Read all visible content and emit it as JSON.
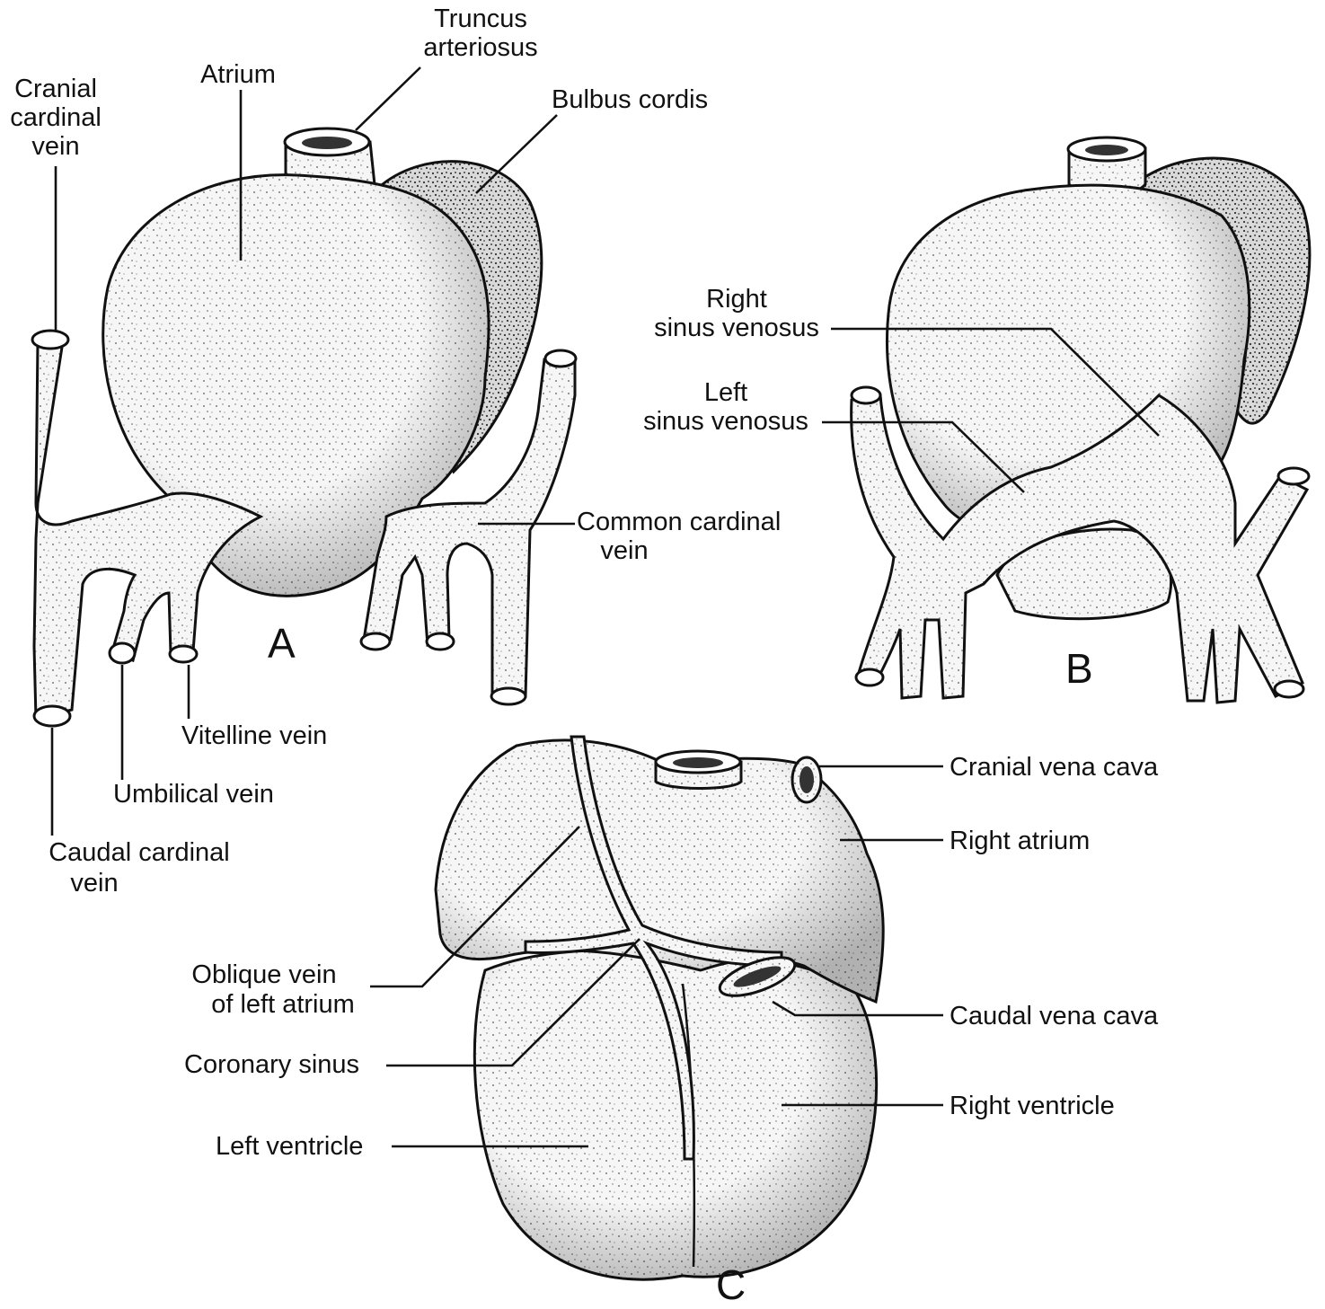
{
  "panels": {
    "a": {
      "letter": "A",
      "labels": {
        "truncus_line1": "Truncus",
        "truncus_line2": "arteriosus",
        "atrium": "Atrium",
        "cranial_cardinal_line1": "Cranial",
        "cranial_cardinal_line2": "cardinal",
        "cranial_cardinal_line3": "vein",
        "bulbus_cordis": "Bulbus cordis",
        "common_cardinal_line1": "Common cardinal",
        "common_cardinal_line2": "vein",
        "vitelline_vein": "Vitelline vein",
        "umbilical_vein": "Umbilical vein",
        "caudal_cardinal_line1": "Caudal cardinal",
        "caudal_cardinal_line2": "vein"
      }
    },
    "b": {
      "letter": "B",
      "labels": {
        "right_sinus_line1": "Right",
        "right_sinus_line2": "sinus venosus",
        "left_sinus_line1": "Left",
        "left_sinus_line2": "sinus venosus"
      }
    },
    "c": {
      "letter": "C",
      "labels": {
        "cranial_vena_cava": "Cranial vena cava",
        "right_atrium": "Right atrium",
        "oblique_line1": "Oblique vein",
        "oblique_line2": "of left atrium",
        "caudal_vena_cava": "Caudal vena cava",
        "coronary_sinus": "Coronary sinus",
        "right_ventricle": "Right ventricle",
        "left_ventricle": "Left ventricle"
      }
    }
  },
  "colors": {
    "ink": "#111111",
    "paper": "#ffffff"
  }
}
